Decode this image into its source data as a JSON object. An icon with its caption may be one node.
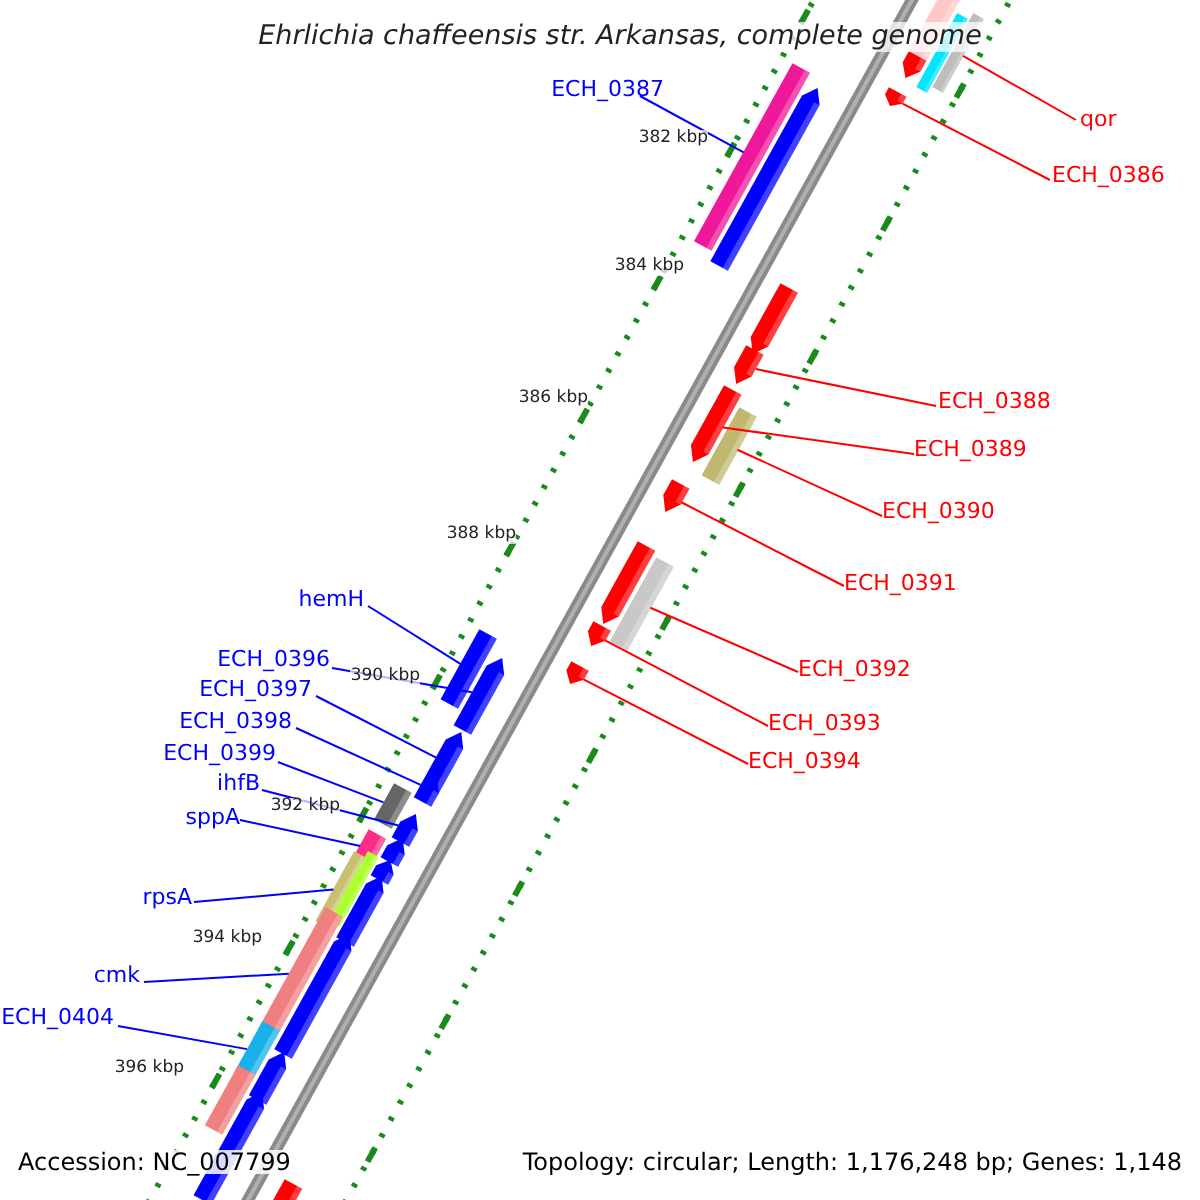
{
  "diagram": {
    "title": "Ehrlichia chaffeensis str. Arkansas, complete genome",
    "nodes": [
      {
        "text": [
          "ECH_0387"
        ]
      },
      {
        "text": [
          "qor"
        ]
      },
      {
        "text": [
          "ECH_0386"
        ]
      },
      {
        "text": [
          "ECH_0388"
        ]
      },
      {
        "text": [
          "ECH_0389"
        ]
      },
      {
        "text": [
          "ECH_0390"
        ]
      },
      {
        "text": [
          "ECH_0391"
        ]
      },
      {
        "text": [
          "ECH_0392"
        ]
      },
      {
        "text": [
          "ECH_0393"
        ]
      },
      {
        "text": [
          "ECH_0394"
        ]
      },
      {
        "text": [
          "hemH"
        ]
      },
      {
        "text": [
          "ECH_0396"
        ]
      },
      {
        "text": [
          "ECH_0397"
        ]
      },
      {
        "text": [
          "ECH_0398"
        ]
      },
      {
        "text": [
          "ECH_0399"
        ]
      },
      {
        "text": [
          "ihfB"
        ]
      },
      {
        "text": [
          "sppA"
        ]
      },
      {
        "text": [
          "rpsA"
        ]
      },
      {
        "text": [
          "cmk"
        ]
      },
      {
        "text": [
          "ECH_0404"
        ]
      },
      {
        "text": [],
        "shape": "bar"
      },
      {
        "text": [],
        "shape": "bar"
      },
      {
        "text": [],
        "shape": "bar"
      },
      {
        "text": [],
        "shape": "pentagon"
      },
      {
        "text": [],
        "shape": "bar"
      },
      {
        "text": [],
        "shape": "pentagon"
      },
      {
        "text": [],
        "shape": "pentagon"
      },
      {
        "text": [],
        "shape": "pentagon"
      },
      {
        "text": [],
        "shape": "pentagon"
      },
      {
        "text": [],
        "shape": "pentagon"
      },
      {
        "text": [],
        "shape": "bar"
      },
      {
        "text": [],
        "shape": "pentagon"
      },
      {
        "text": [],
        "shape": "pentagon"
      },
      {
        "text": [],
        "shape": "bar"
      },
      {
        "text": [],
        "shape": "pentagon"
      },
      {
        "text": [],
        "shape": "bar"
      },
      {
        "text": [],
        "shape": "pentagon"
      },
      {
        "text": [],
        "shape": "pentagon"
      },
      {
        "text": [],
        "shape": "pentagon"
      },
      {
        "text": [],
        "shape": "pentagon"
      },
      {
        "text": [],
        "shape": "bar"
      },
      {
        "text": [],
        "shape": "pentagon"
      },
      {
        "text": [],
        "shape": "bar"
      },
      {
        "text": [],
        "shape": "pentagon"
      },
      {
        "text": [],
        "shape": "bar"
      },
      {
        "text": [],
        "shape": "bar"
      },
      {
        "text": [],
        "shape": "pentagon"
      },
      {
        "text": [],
        "shape": "pentagon"
      },
      {
        "text": [],
        "shape": "bar"
      },
      {
        "text": [],
        "shape": "pentagon"
      },
      {
        "text": [],
        "shape": "bar"
      },
      {
        "text": [],
        "shape": "pentagon"
      },
      {
        "text": [],
        "shape": "bar"
      },
      {
        "text": [],
        "shape": "pentagon"
      },
      {
        "text": [],
        "shape": "pentagon"
      }
    ],
    "edges": [
      {
        "from": 0,
        "to": 24,
        "arrow": "none"
      },
      {
        "from": 1,
        "to": 22,
        "arrow": "none",
        "color": "#ff0000"
      },
      {
        "from": 2,
        "to": 26,
        "arrow": "none",
        "color": "#ff0000"
      },
      {
        "from": 3,
        "to": 28,
        "arrow": "none",
        "color": "#ff0000"
      },
      {
        "from": 4,
        "to": 29,
        "arrow": "none",
        "color": "#ff0000"
      },
      {
        "from": 5,
        "to": 30,
        "arrow": "none",
        "color": "#ff0000"
      },
      {
        "from": 6,
        "to": 31,
        "arrow": "none",
        "color": "#ff0000"
      },
      {
        "from": 7,
        "to": 33,
        "arrow": "none",
        "color": "#ff0000"
      },
      {
        "from": 8,
        "to": 34,
        "arrow": "none",
        "color": "#ff0000"
      },
      {
        "from": 9,
        "to": 37,
        "arrow": "none",
        "color": "#ff0000"
      },
      {
        "from": 10,
        "to": 35,
        "arrow": "none"
      },
      {
        "from": 11,
        "to": 36,
        "arrow": "none"
      },
      {
        "from": 12,
        "to": 38,
        "arrow": "none"
      },
      {
        "from": 13,
        "to": 39,
        "arrow": "none"
      },
      {
        "from": 14,
        "to": 40,
        "arrow": "none"
      },
      {
        "from": 15,
        "to": 41,
        "arrow": "none"
      },
      {
        "from": 16,
        "to": 42,
        "arrow": "none"
      },
      {
        "from": 17,
        "to": 44,
        "arrow": "none"
      },
      {
        "from": 18,
        "to": 48,
        "arrow": "none"
      },
      {
        "from": 19,
        "to": 50,
        "arrow": "none"
      }
    ],
    "labels": [
      "382 kbp",
      "384 kbp",
      "386 kbp",
      "388 kbp",
      "390 kbp",
      "392 kbp",
      "394 kbp",
      "396 kbp",
      "Accession: NC_007799",
      "Topology: circular; Length: 1,176,248 bp; Genes: 1,148"
    ]
  }
}
